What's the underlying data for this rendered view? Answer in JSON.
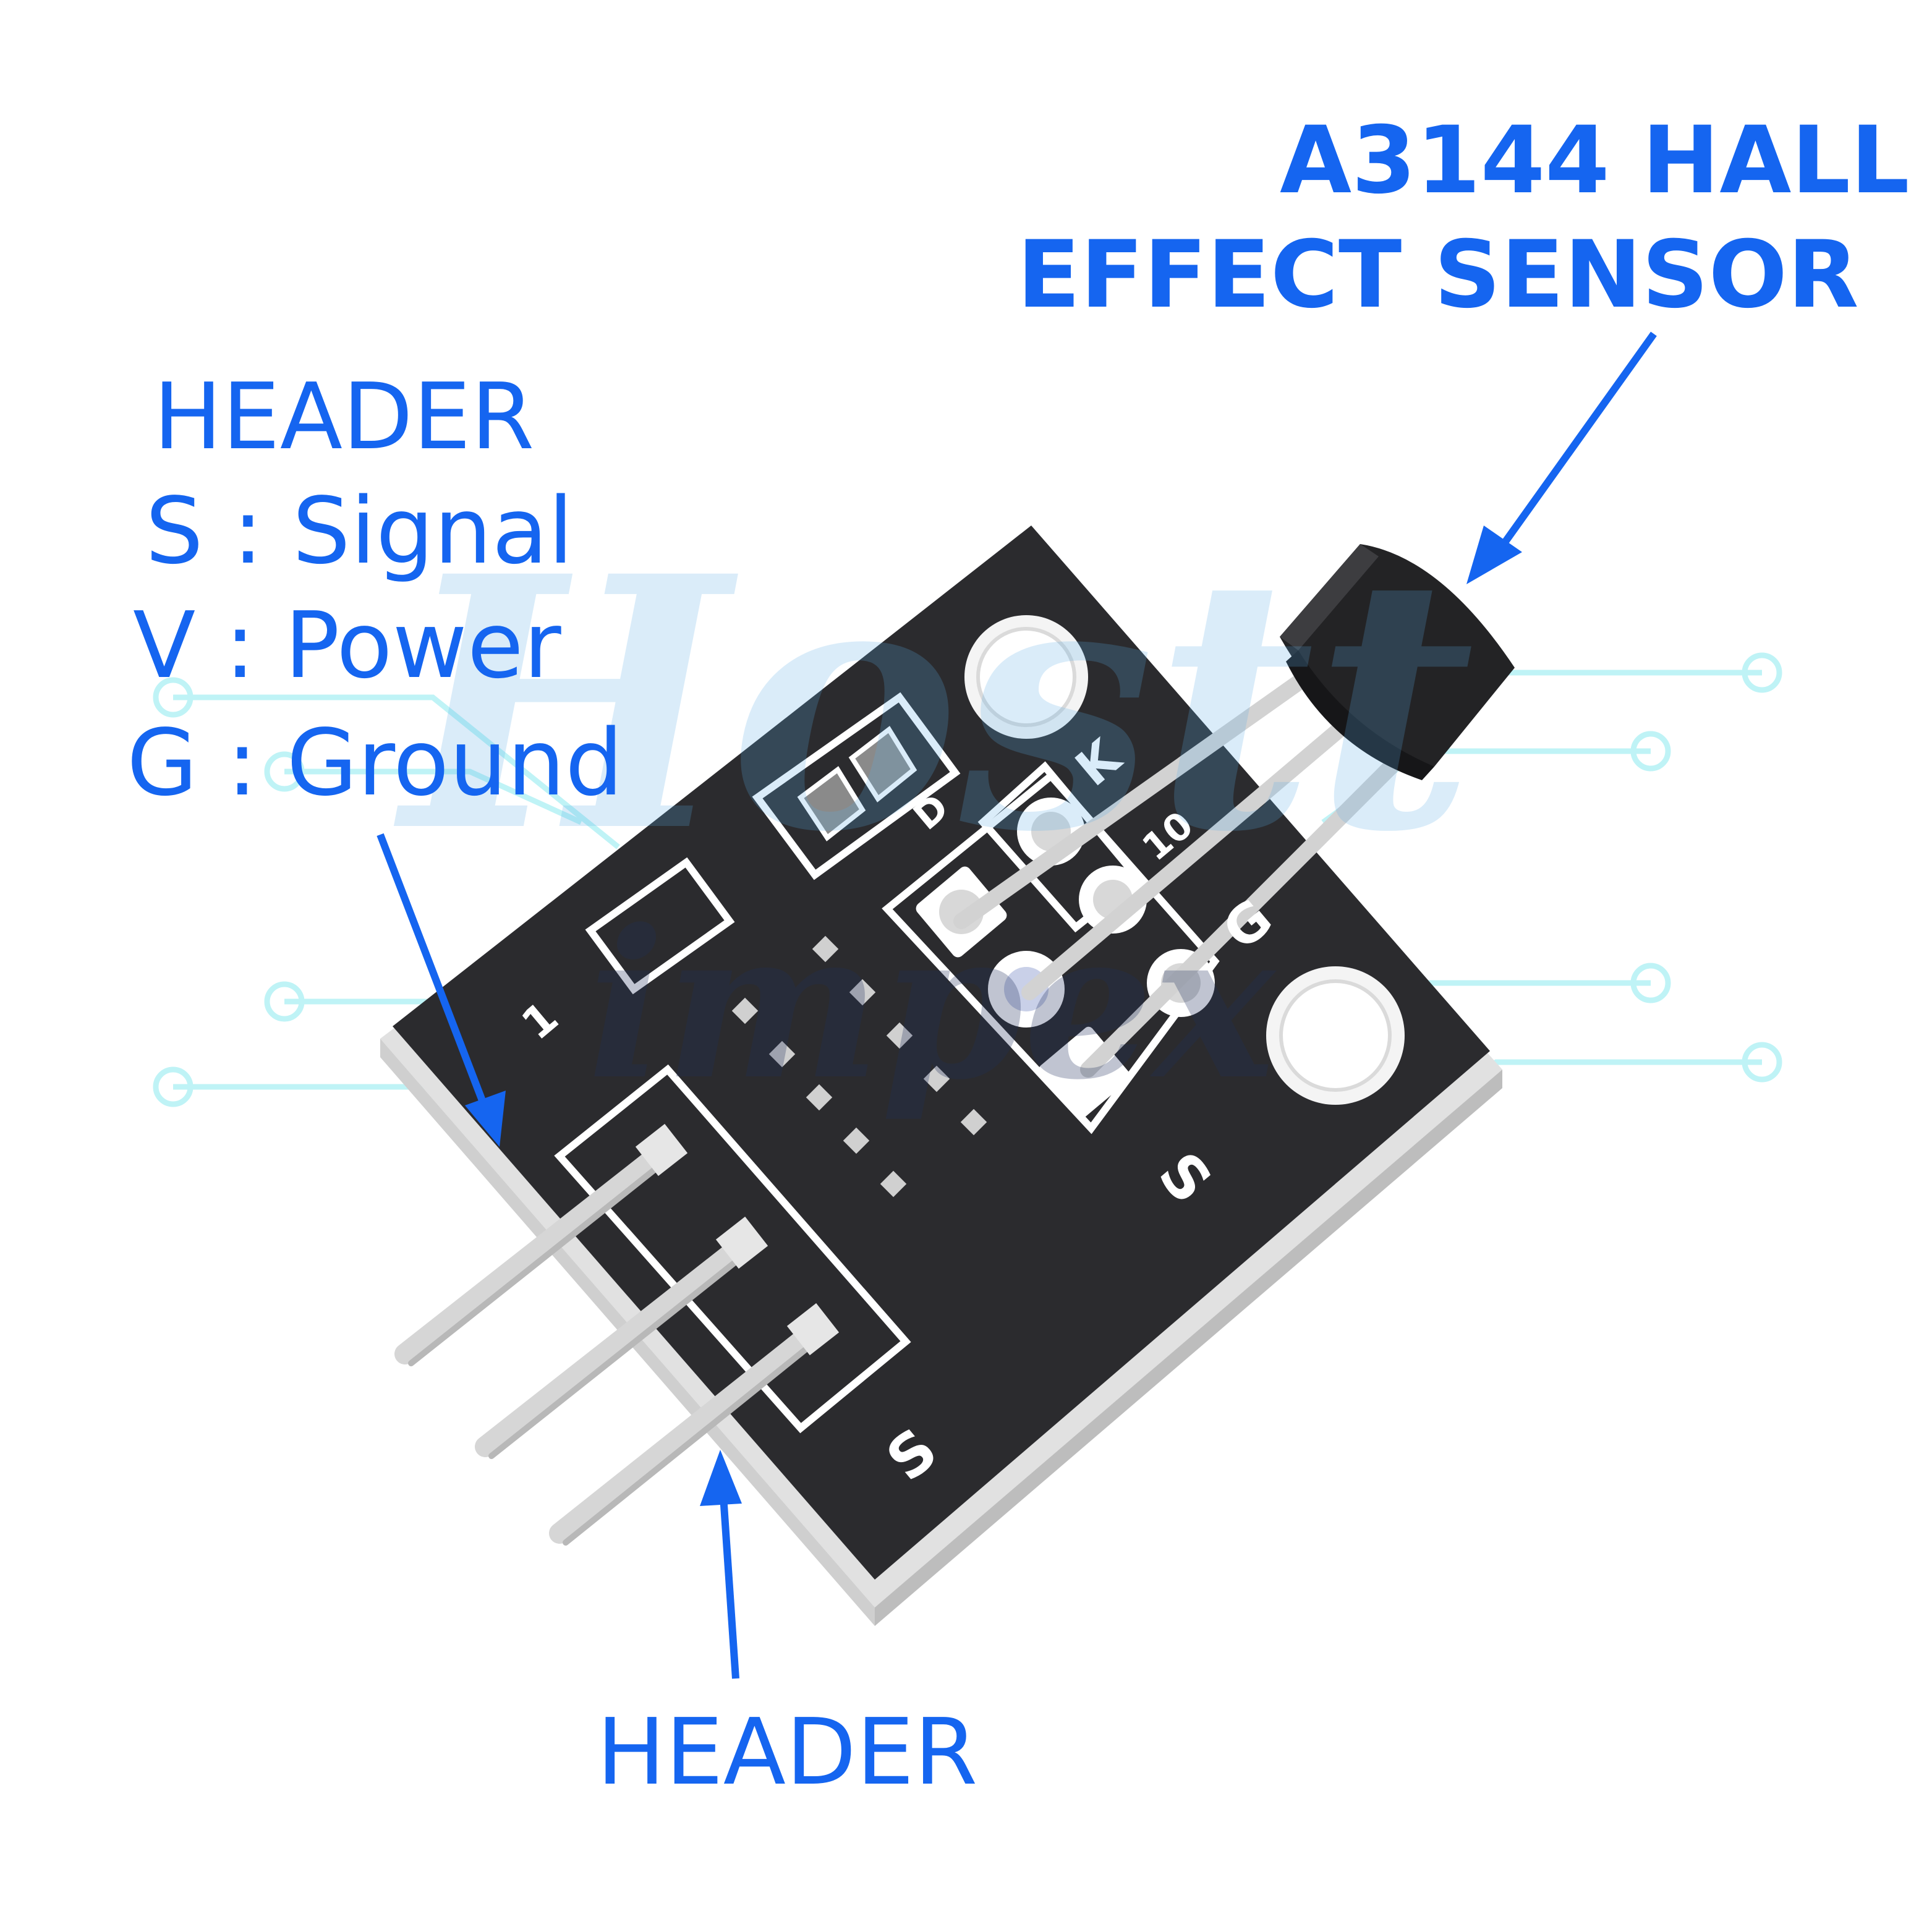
{
  "colors": {
    "label_blue": "#1565f0",
    "board_black": "#2b2b2e",
    "board_edge": "#dcdcdc",
    "silkscreen": "#ffffff",
    "pin_silver": "#d4d4d4",
    "circuit_cyan": "#bff3f6",
    "watermark_blue": "#5aaee8"
  },
  "labels": {
    "sensor_title_line1": "A3144 HALL",
    "sensor_title_line2": "EFFECT SENSOR",
    "legend_header": "HEADER",
    "legend_signal": "S : Signal",
    "legend_power": "V : Power",
    "legend_ground": "G : Ground",
    "bottom_header": "HEADER"
  },
  "silkscreen": {
    "header_pin_s": "S",
    "sensor_pin_s": "S",
    "sensor_pin_g": "G",
    "sensor_k": "K",
    "sensor_r": "10",
    "sensor_d": "D",
    "component_mark": "1"
  },
  "watermark": {
    "line1": "Hostt",
    "line2": "impex"
  },
  "icons": [
    "arrow-icon",
    "circuit-trace-icon"
  ]
}
